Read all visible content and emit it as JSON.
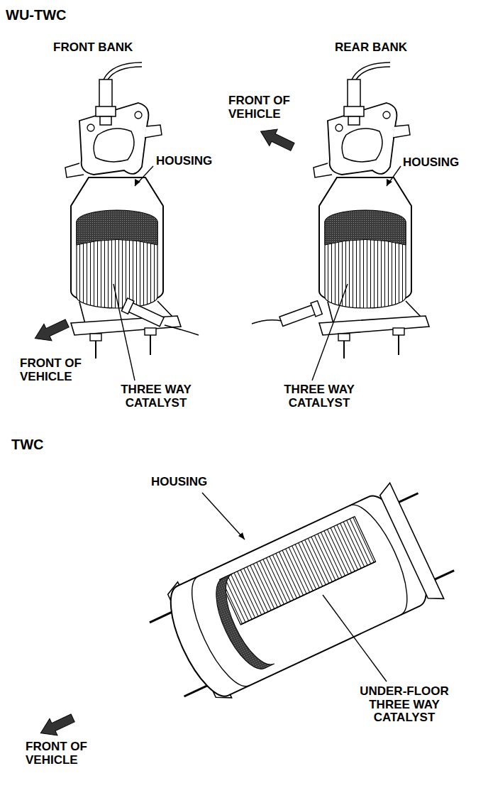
{
  "diagram": {
    "labels": [
      "WU-TWC",
      "FRONT BANK",
      "REAR BANK",
      "FRONT OF VEHICLE",
      "HOUSING",
      "HOUSING",
      "FRONT OF VEHICLE",
      "THREE WAY CATALYST",
      "THREE WAY CATALYST",
      "TWC",
      "HOUSING",
      "UNDER-FLOOR THREE WAY CATALYST",
      "FRONT OF VEHICLE"
    ]
  }
}
